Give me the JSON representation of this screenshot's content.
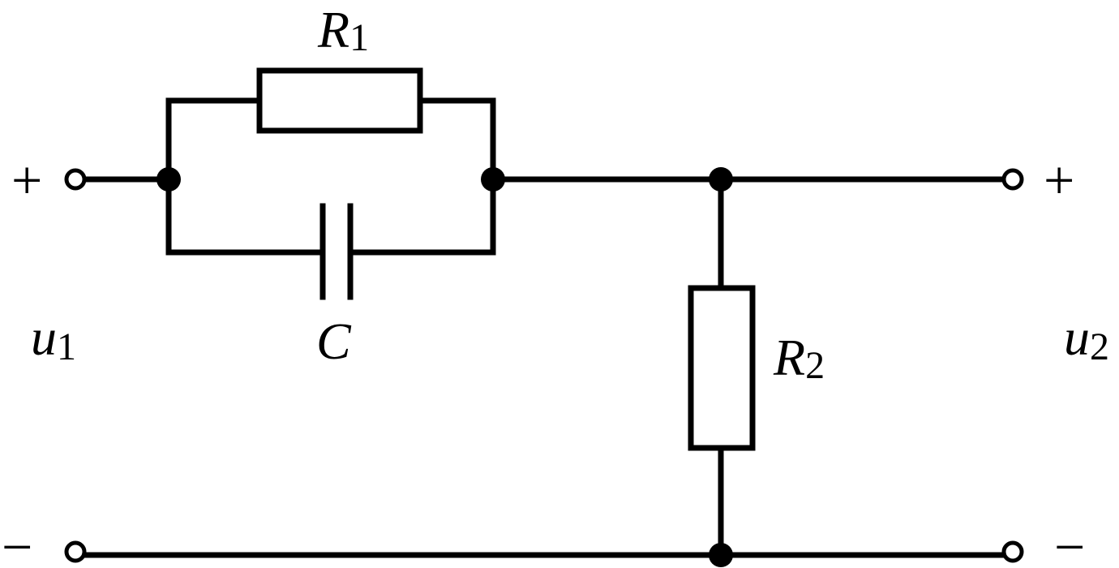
{
  "components": {
    "r1": {
      "name": "R",
      "sub": "1"
    },
    "r2": {
      "name": "R",
      "sub": "2"
    },
    "c": {
      "name": "C"
    }
  },
  "ports": {
    "input": {
      "name": "u",
      "sub": "1",
      "plus": "+",
      "minus": "−"
    },
    "output": {
      "name": "u",
      "sub": "2",
      "plus": "+",
      "minus": "−"
    }
  }
}
